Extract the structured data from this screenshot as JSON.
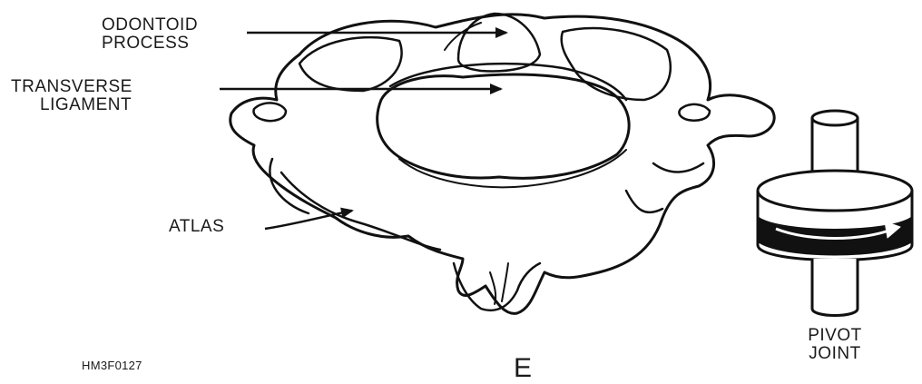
{
  "labels": {
    "odontoid_line1": "ODONTOID",
    "odontoid_line2": "PROCESS",
    "transverse_line1": "TRANSVERSE",
    "transverse_line2": "LIGAMENT",
    "atlas": "ATLAS",
    "pivot_line1": "PIVOT",
    "pivot_line2": "JOINT",
    "figure_code": "HM3F0127",
    "panel_letter": "E"
  }
}
